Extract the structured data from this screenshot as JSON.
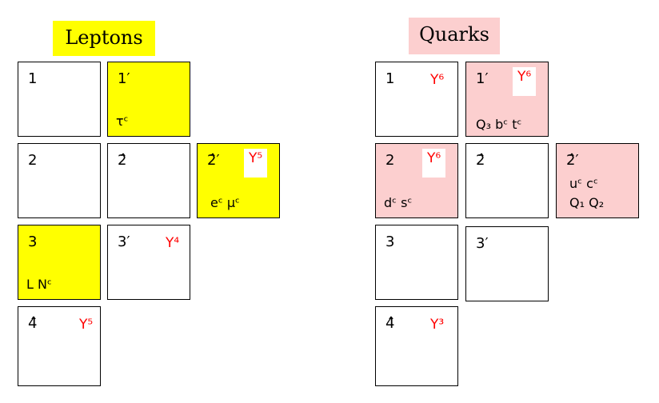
{
  "leptons": {
    "title": "Leptons",
    "boxes": [
      {
        "label": "1"
      },
      {
        "label": "1′",
        "content": "τᶜ"
      },
      {
        "label": "2"
      },
      {
        "label": "2̂"
      },
      {
        "label": "2̂′",
        "yukawa": "Y⁵",
        "content": "eᶜ  μᶜ"
      },
      {
        "label": "3",
        "content": "L  Nᶜ"
      },
      {
        "label": "3′",
        "yukawa": "Y⁴"
      },
      {
        "label": "4̂",
        "yukawa": "Y⁵"
      }
    ]
  },
  "quarks": {
    "title": "Quarks",
    "boxes": [
      {
        "label": "1",
        "yukawa": "Y⁶"
      },
      {
        "label": "1′",
        "yukawa": "Y⁶",
        "content": "Q₃ bᶜ tᶜ"
      },
      {
        "label": "2",
        "yukawa": "Y⁶",
        "content": "dᶜ  sᶜ"
      },
      {
        "label": "2̂"
      },
      {
        "label": "2̂′",
        "content": "uᶜ   cᶜ",
        "content2": "Q₁ Q₂"
      },
      {
        "label": "3"
      },
      {
        "label": "3′"
      },
      {
        "label": "4̂",
        "yukawa": "Y³"
      }
    ]
  },
  "colors": {
    "lepton_highlight": "#ffff00",
    "quark_highlight": "#fccfcf",
    "yukawa": "#ff0000"
  }
}
